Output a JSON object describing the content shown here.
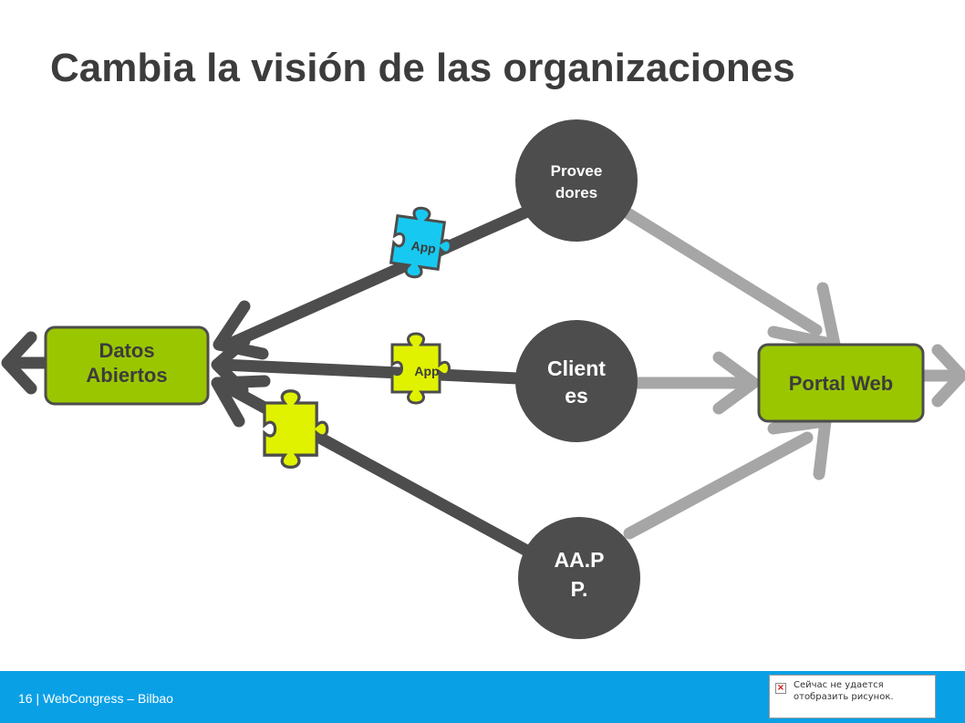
{
  "slide": {
    "title": "Cambia la visión de las organizaciones"
  },
  "diagram": {
    "nodes": {
      "proveedores": "Provee\ndores",
      "clientes": "Client\nes",
      "aapp": "AA.P\nP.",
      "datos_abiertos": "Datos\nAbiertos",
      "portal_web": "Portal Web"
    },
    "puzzle_labels": {
      "top": "App",
      "middle": "App"
    },
    "colors": {
      "circle": "#4d4d4d",
      "box_green": "#9ac600",
      "dark_arrow": "#4d4d4d",
      "light_arrow": "#a6a6a6",
      "puzzle_blue": "#17c9f0",
      "puzzle_yellow": "#e0f200"
    }
  },
  "footer": {
    "text": "16 | WebCongress – Bilbao",
    "broken_image_text": "Сейчас не удается отобразить рисунок.",
    "background": "#0aa0e6"
  }
}
